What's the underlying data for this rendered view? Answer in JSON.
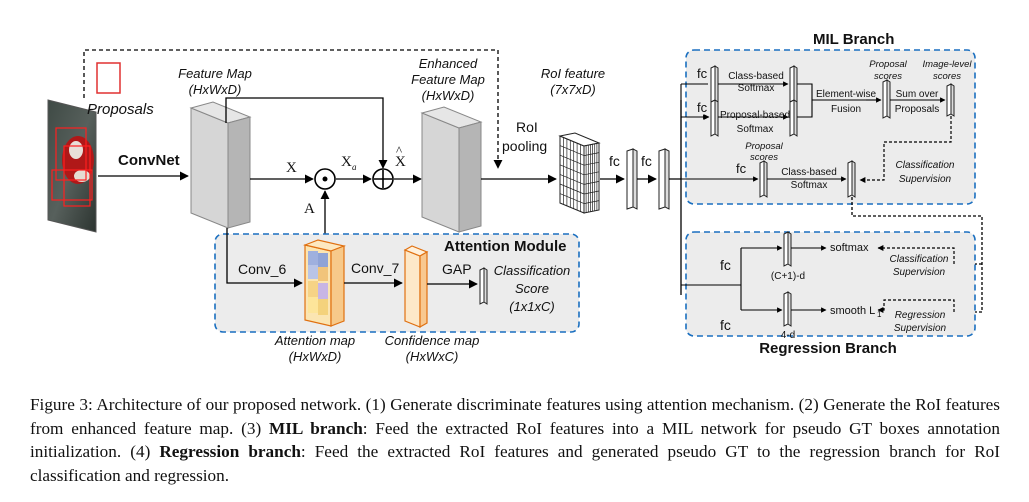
{
  "input": {
    "proposals_label": "Proposals"
  },
  "backbone": {
    "convnet_label": "ConvNet"
  },
  "feature_map": {
    "title": "Feature Map",
    "dims": "(HxWxD)"
  },
  "enhanced_feature_map": {
    "title_line1": "Enhanced",
    "title_line2": "Feature Map",
    "dims": "(HxWxD)"
  },
  "ops": {
    "x": "X",
    "xa": "X",
    "xa_sub": "a",
    "xhat": "X",
    "xhat_mark": "^",
    "a": "A",
    "mul_symbol": "⊙",
    "add_symbol": "⊕"
  },
  "roi": {
    "pooling_line1": "RoI",
    "pooling_line2": "pooling",
    "feature_title": "RoI feature",
    "feature_dims": "(7x7xD)"
  },
  "fc_labels": {
    "fc": "fc"
  },
  "attention_module": {
    "title": "Attention Module",
    "conv6": "Conv_6",
    "conv7": "Conv_7",
    "gap": "GAP",
    "cls_score_line1": "Classification",
    "cls_score_line2": "Score",
    "cls_score_dims": "(1x1xC)",
    "attention_map_title": "Attention map",
    "attention_map_dims": "(HxWxD)",
    "confidence_map_title": "Confidence map",
    "confidence_map_dims": "(HxWxC)"
  },
  "mil_branch": {
    "title": "MIL Branch",
    "class_based_softmax_1": "Class-based",
    "class_based_softmax_2": "Softmax",
    "proposal_based_softmax_1": "Proposal-based",
    "proposal_based_softmax_2": "Softmax",
    "proposal_scores_1": "Proposal",
    "proposal_scores_2": "scores",
    "elementwise_1": "Element-wise",
    "elementwise_2": "Fusion",
    "image_level_1": "Image-level",
    "image_level_2": "scores",
    "sum_over_1": "Sum over",
    "sum_over_2": "Proposals",
    "cls_supervision_1": "Classification",
    "cls_supervision_2": "Supervision"
  },
  "regression_branch": {
    "title": "Regression Branch",
    "c1d": "(C+1)-d",
    "fourd": "4-d",
    "softmax": "softmax",
    "smooth_l1": "smooth L",
    "smooth_l1_sub": "1",
    "cls_supervision_1": "Classification",
    "cls_supervision_2": "Supervision",
    "reg_supervision_1": "Regression",
    "reg_supervision_2": "Supervision"
  },
  "caption": {
    "p1": "Figure 3: Architecture of our proposed network. (1) Generate discriminate features using attention mechanism. (2) Generate the RoI features from enhanced feature map. (3) ",
    "b1": "MIL branch",
    "p2": ": Feed the extracted RoI features into a MIL network for pseudo GT boxes annotation initialization. (4) ",
    "b2": "Regression branch",
    "p3": ": Feed the extracted RoI features and generated pseudo GT to the regression branch for RoI classification and regression."
  }
}
